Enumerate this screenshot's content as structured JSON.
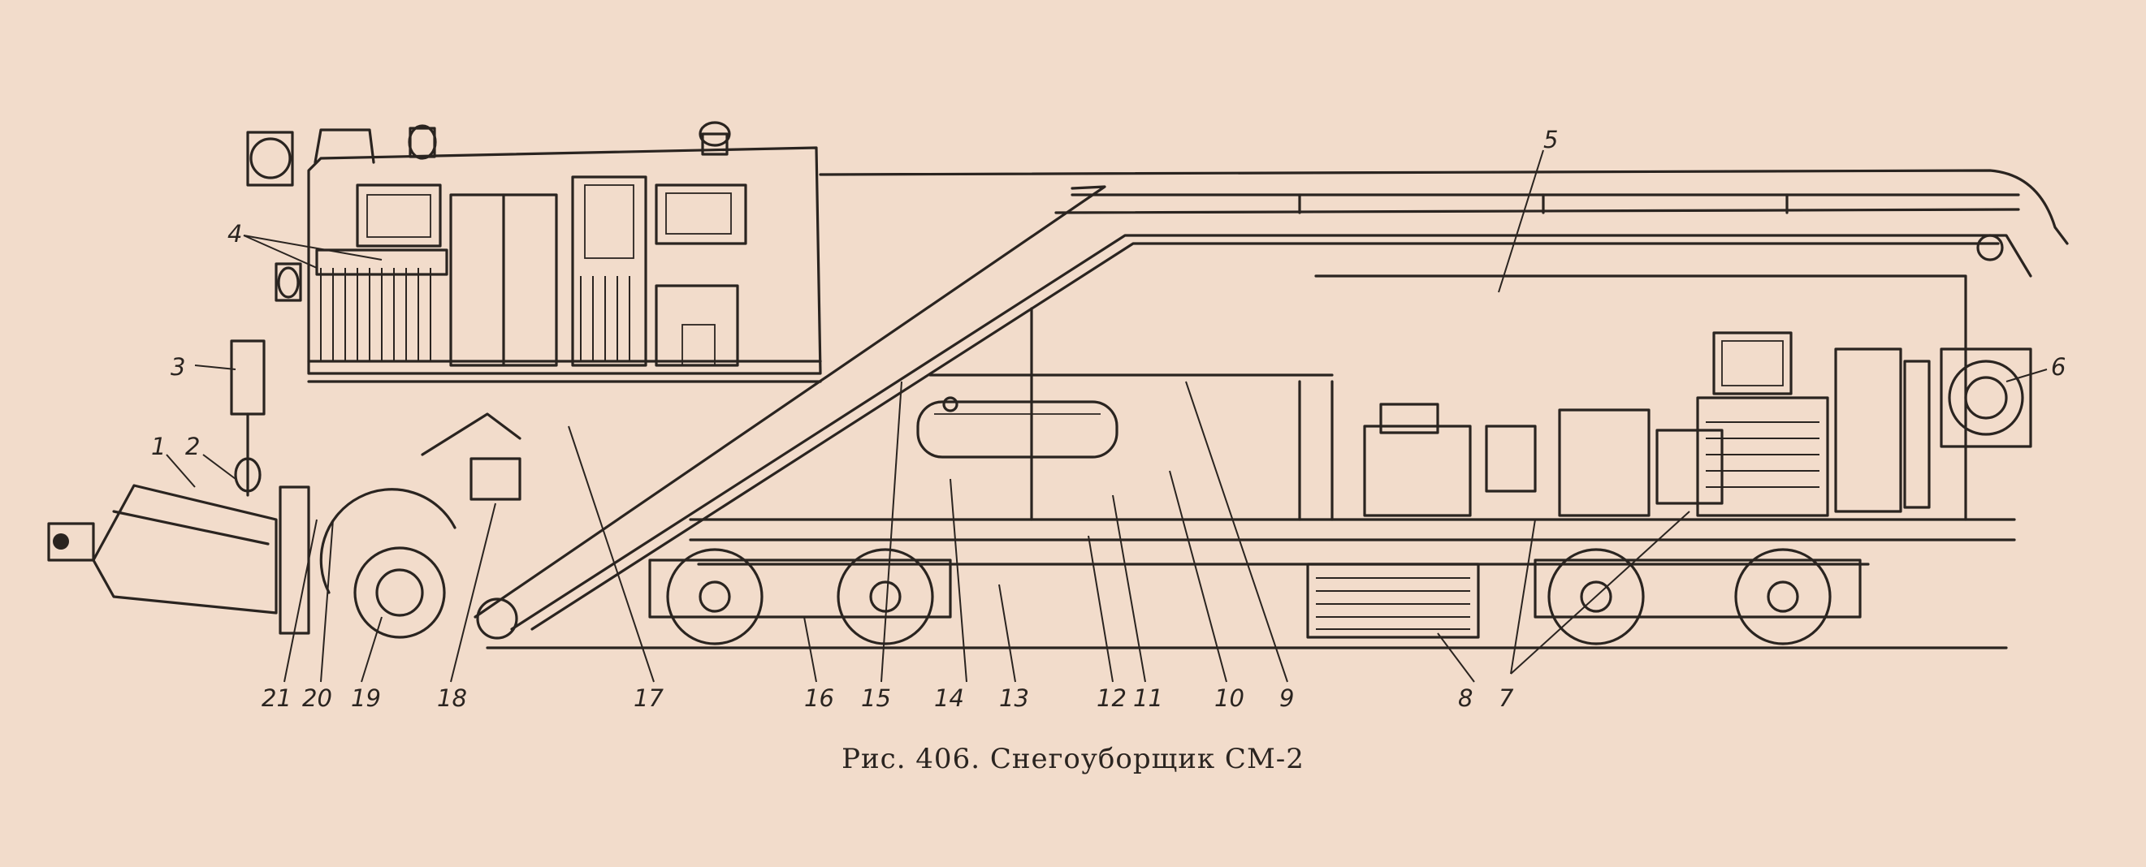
{
  "figure": {
    "caption": "Рис. 406. Снегоуборщик СМ-2",
    "callouts": [
      "1",
      "2",
      "3",
      "4",
      "5",
      "6",
      "7",
      "8",
      "9",
      "10",
      "11",
      "12",
      "13",
      "14",
      "15",
      "16",
      "17",
      "18",
      "19",
      "20",
      "21"
    ]
  }
}
